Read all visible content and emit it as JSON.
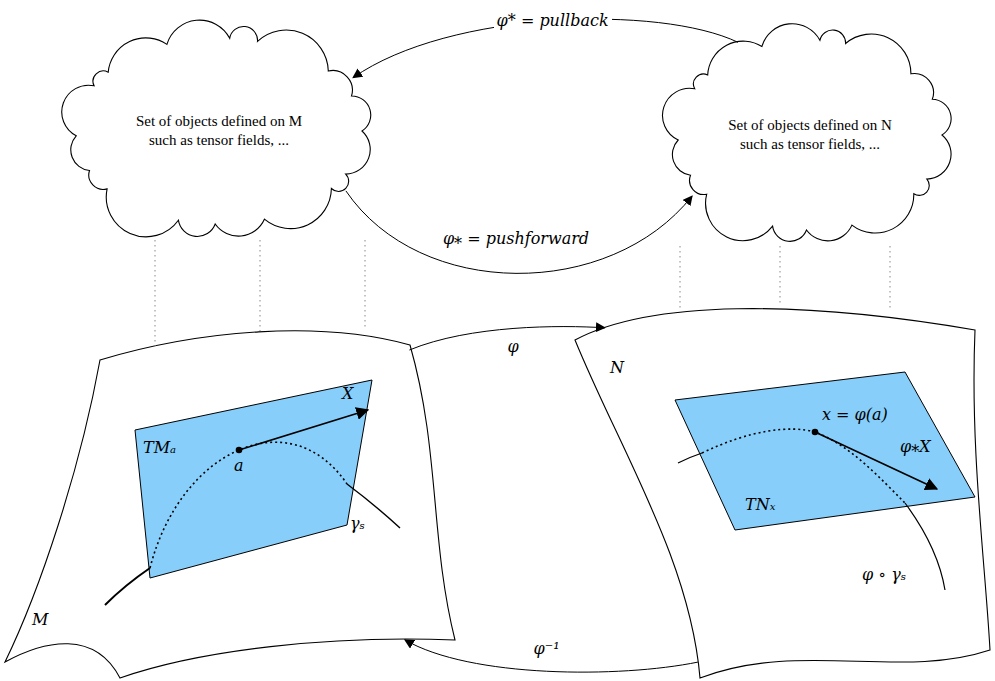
{
  "diagram": {
    "nodes": [
      {
        "text": [
          "Set of objects defined on M such as tensor fields, ..."
        ]
      },
      {
        "text": [
          "Set of objects defined on N such as tensor fields, ..."
        ]
      },
      {
        "text": [
          "M"
        ]
      },
      {
        "text": [
          "TMₐ"
        ],
        "in": 2
      },
      {
        "text": [
          "N"
        ]
      },
      {
        "text": [
          "TNₓ"
        ],
        "in": 4
      }
    ],
    "edges": [
      {
        "from": 1,
        "to": 0,
        "label": "φ* = pullback",
        "arrow": "to"
      },
      {
        "from": 0,
        "to": 1,
        "label": "φ⁎ = pushforward",
        "arrow": "to"
      },
      {
        "from": 2,
        "to": 4,
        "label": "φ",
        "arrow": "to"
      },
      {
        "from": 4,
        "to": 2,
        "label": "φ⁻¹",
        "arrow": "to"
      }
    ],
    "labels": [
      "X",
      "a",
      "γₛ",
      "x = φ(a)",
      "φ⁎X",
      "φ ∘ γₛ"
    ]
  }
}
